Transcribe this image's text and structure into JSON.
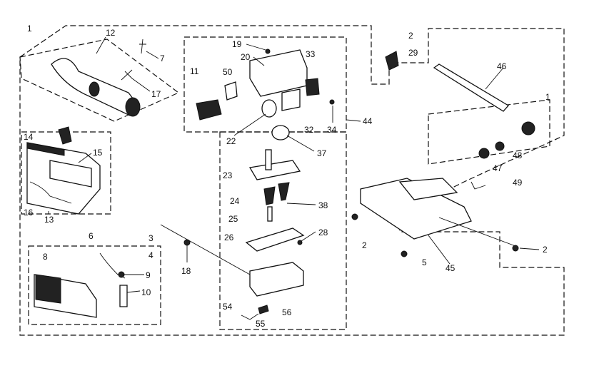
{
  "callouts": {
    "c1": "1",
    "c12": "12",
    "c7": "7",
    "c17": "17",
    "c14": "14",
    "c15": "15",
    "c16": "16",
    "c13": "13",
    "c6": "6",
    "c3": "3",
    "c4": "4",
    "c8": "8",
    "c9": "9",
    "c10": "10",
    "c18": "18",
    "c19": "19",
    "c20": "20",
    "c50": "50",
    "c11": "11",
    "c22": "22",
    "c32": "32",
    "c33": "33",
    "c34": "34",
    "c44": "44",
    "c37": "37",
    "c23": "23",
    "c24": "24",
    "c38": "38",
    "c25": "25",
    "c26": "26",
    "c28": "28",
    "c54": "54",
    "c56": "56",
    "c55": "55",
    "c2a": "2",
    "c29": "29",
    "c46": "46",
    "c1b": "1",
    "c48": "48",
    "c47": "47",
    "c49": "49",
    "c2b": "2",
    "c5": "5",
    "c45": "45",
    "c2c": "2"
  },
  "colors": {
    "ink": "#111111",
    "background": "#ffffff"
  }
}
